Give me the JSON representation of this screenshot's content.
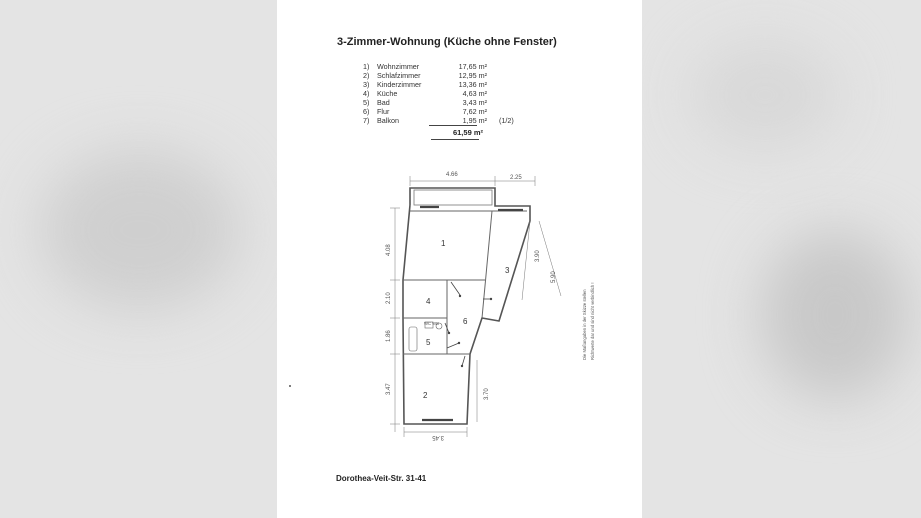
{
  "title": "3-Zimmer-Wohnung  (Küche ohne Fenster)",
  "rooms": [
    {
      "num": "1)",
      "name": "Wohnzimmer",
      "area": "17,65 m²",
      "note": ""
    },
    {
      "num": "2)",
      "name": "Schlafzimmer",
      "area": "12,95 m²",
      "note": ""
    },
    {
      "num": "3)",
      "name": "Kinderzimmer",
      "area": "13,36 m²",
      "note": ""
    },
    {
      "num": "4)",
      "name": "Küche",
      "area": "4,63 m²",
      "note": ""
    },
    {
      "num": "5)",
      "name": "Bad",
      "area": "3,43 m²",
      "note": ""
    },
    {
      "num": "6)",
      "name": "Flur",
      "area": "7,62 m²",
      "note": ""
    },
    {
      "num": "7)",
      "name": "Balkon",
      "area": "1,95 m²",
      "note": "(1/2)"
    }
  ],
  "total": "61,59 m²",
  "plan": {
    "room_labels": [
      "1",
      "2",
      "3",
      "4",
      "5",
      "6"
    ],
    "dims": {
      "top_width": "4.66",
      "balcony_ext": "2.25",
      "left_1": "4.08",
      "left_2": "2.10",
      "left_3": "1.86",
      "left_4": "3.47",
      "room3_height": "3.90",
      "outer_diag": "5.90",
      "bottom_right": "3.70",
      "bottom_width": "3.45"
    },
    "bath_label": "WC WB",
    "side_note": [
      "Die Maßangaben in der Skizze stellen",
      "Richtwerte dar und sind nicht verbindlich !"
    ]
  },
  "address": "Dorothea-Veit-Str. 31-41"
}
